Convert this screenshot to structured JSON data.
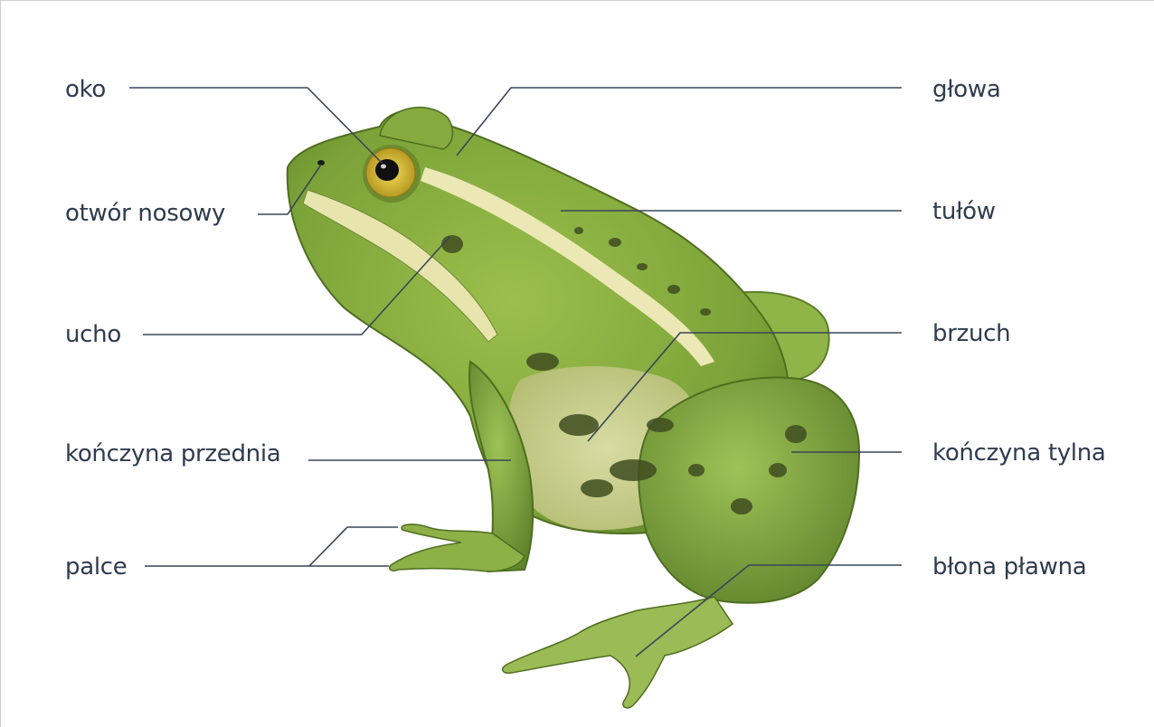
{
  "labels": {
    "oko": "oko",
    "otwor_nosowy": "otwór nosowy",
    "ucho": "ucho",
    "konczyna_przednia": "kończyna przednia",
    "palce": "palce",
    "glowa": "głowa",
    "tulow": "tułów",
    "brzuch": "brzuch",
    "konczyna_tylna": "kończyna tylna",
    "blona_plawna": "błona pławna"
  },
  "colors": {
    "leader_line": "#3a4558",
    "label_text": "#2f3b4e",
    "skin_green": "#7fa83a",
    "skin_dark": "#4d6e22",
    "belly": "#c9cf8e",
    "stripe": "#e8e6b0",
    "spots": "#3d4a22",
    "eye_iris": "#e6c83a"
  },
  "figure": {
    "subject": "frog-illustration"
  }
}
